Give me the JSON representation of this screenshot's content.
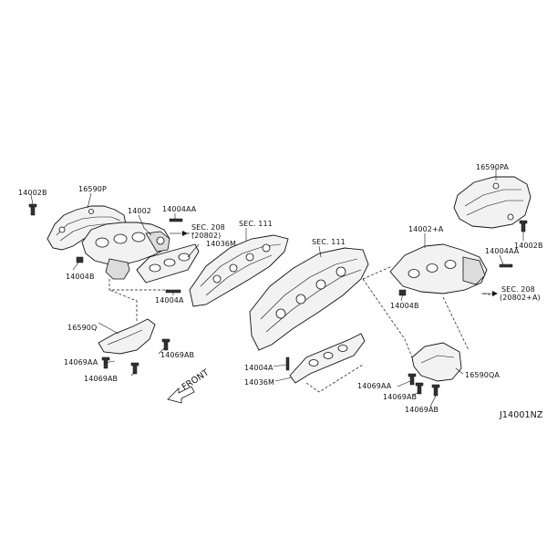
{
  "labels": {
    "p14002B_left": "14002B",
    "p16590P": "16590P",
    "p14002": "14002",
    "p14004AA_top": "14004AA",
    "sec208_left": "SEC. 208",
    "sec208_left_sub": "(20802)",
    "p14036M_top": "14036M",
    "p14004B_left": "14004B",
    "p14004A_left": "14004A",
    "sec111_left": "SEC. 111",
    "sec111_right": "SEC. 111",
    "p16590Q": "16590Q",
    "p14069AA_left": "14069AA",
    "p14069AB_left_r": "14069AB",
    "p14069AB_left_b": "14069AB",
    "front": "FRONT",
    "p14004A_mid": "14004A",
    "p14036M_mid": "14036M",
    "p16590PA": "16590PA",
    "p14002A": "14002+A",
    "p14002B_right": "14002B",
    "p14004AA_right": "14004AA",
    "sec208_right": "SEC. 208",
    "sec208_right_sub": "(20802+A)",
    "p14004B_right": "14004B",
    "p14069AA_right": "14069AA",
    "p16590QA": "16590QA",
    "p14069AB_right_1": "14069AB",
    "p14069AB_right_2": "14069AB",
    "diagram_id": "J14001NZ"
  }
}
